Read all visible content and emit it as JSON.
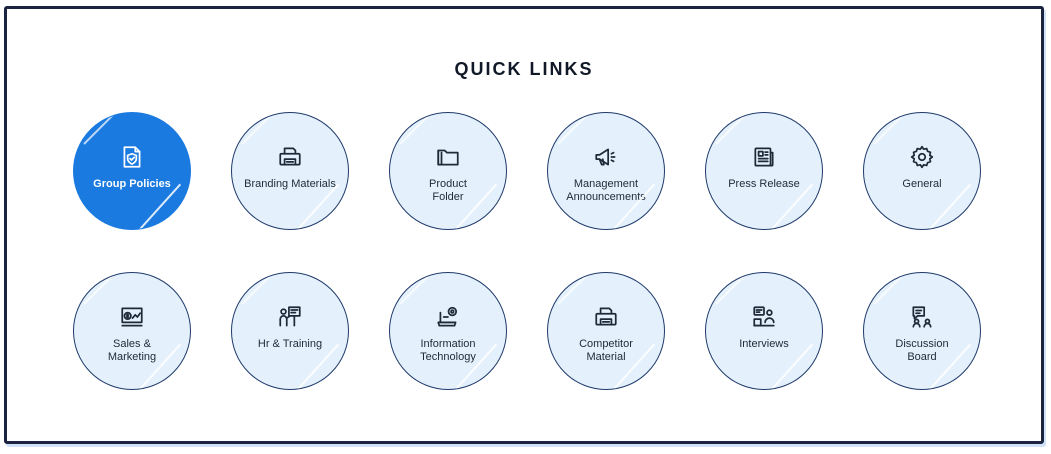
{
  "section": {
    "title": "QUICK LINKS"
  },
  "colors": {
    "active_fill": "#1a7ae0",
    "tile_fill": "#e4f1fc",
    "tile_border": "#1f3a6b",
    "frame_border": "#1c2340"
  },
  "links": [
    {
      "label": "Group Policies",
      "icon": "shield-document-icon",
      "active": true
    },
    {
      "label": "Branding Materials",
      "icon": "printer-icon",
      "active": false
    },
    {
      "label": "Product\nFolder",
      "icon": "folder-icon",
      "active": false
    },
    {
      "label": "Management\nAnnouncements",
      "icon": "megaphone-icon",
      "active": false
    },
    {
      "label": "Press Release",
      "icon": "newspaper-icon",
      "active": false
    },
    {
      "label": "General",
      "icon": "gear-icon",
      "active": false
    },
    {
      "label": "Sales &\nMarketing",
      "icon": "sales-chart-icon",
      "active": false
    },
    {
      "label": "Hr & Training",
      "icon": "presenter-icon",
      "active": false
    },
    {
      "label": "Information\nTechnology",
      "icon": "laptop-gear-icon",
      "active": false
    },
    {
      "label": "Competitor\nMaterial",
      "icon": "printer-icon",
      "active": false
    },
    {
      "label": "Interviews",
      "icon": "interview-icon",
      "active": false
    },
    {
      "label": "Discussion\nBoard",
      "icon": "discussion-icon",
      "active": false
    }
  ]
}
